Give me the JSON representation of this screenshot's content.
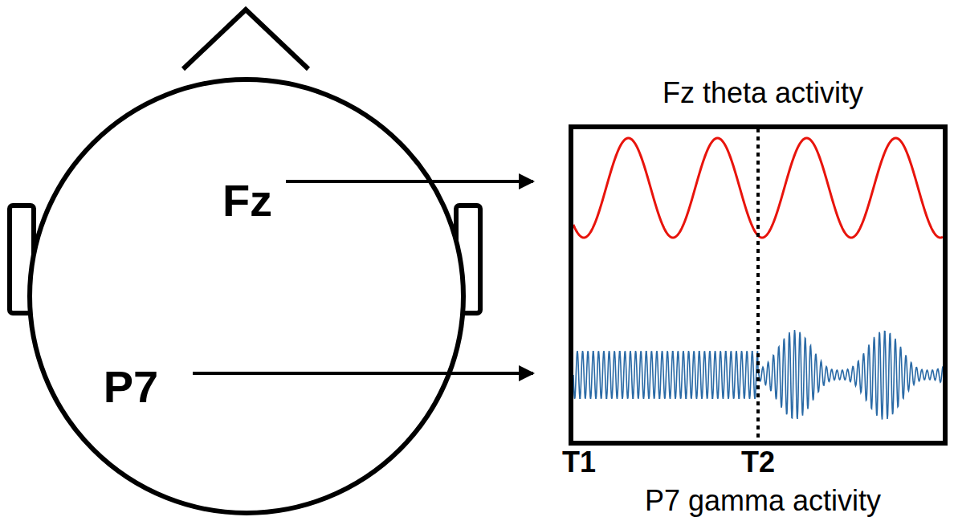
{
  "diagram": {
    "nodes": [
      {
        "text": [
          "Fz theta activity",
          "P7 gamma activity"
        ]
      }
    ],
    "labels": [
      "Fz",
      "P7",
      "T1",
      "T2"
    ]
  }
}
